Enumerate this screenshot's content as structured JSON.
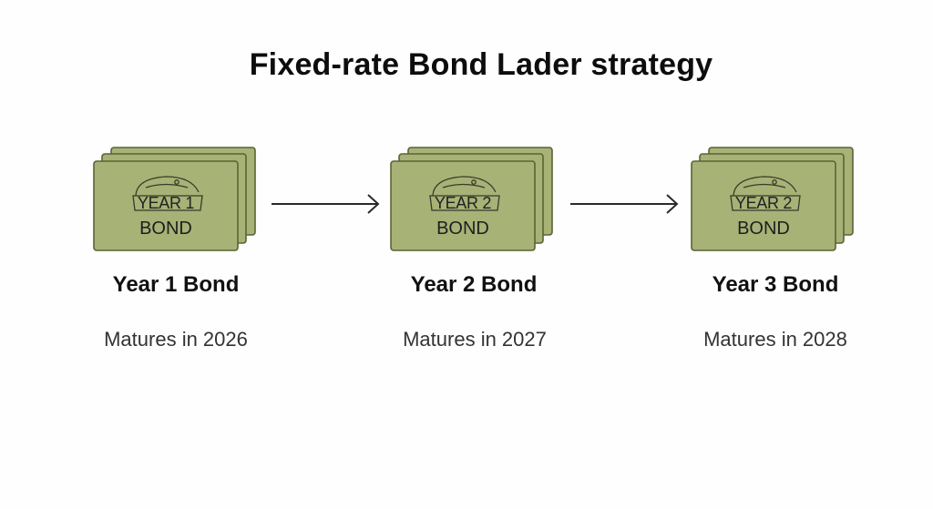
{
  "title": "Fixed-rate Bond Lader strategy",
  "colors": {
    "bond_fill": "#a7b276",
    "bond_stroke": "#5c6234",
    "arrow": "#2a2a2a"
  },
  "bonds": [
    {
      "card_year": "YEAR 1",
      "card_word": "BOND",
      "label": "Year 1 Bond",
      "maturity": "Matures in 2026"
    },
    {
      "card_year": "YEAR 2",
      "card_word": "BOND",
      "label": "Year 2 Bond",
      "maturity": "Matures in 2027"
    },
    {
      "card_year": "YEAR 2",
      "card_word": "BOND",
      "label": "Year 3 Bond",
      "maturity": "Matures in 2028"
    }
  ],
  "icons": [
    "bond-seal-icon",
    "arrow-right-icon"
  ]
}
